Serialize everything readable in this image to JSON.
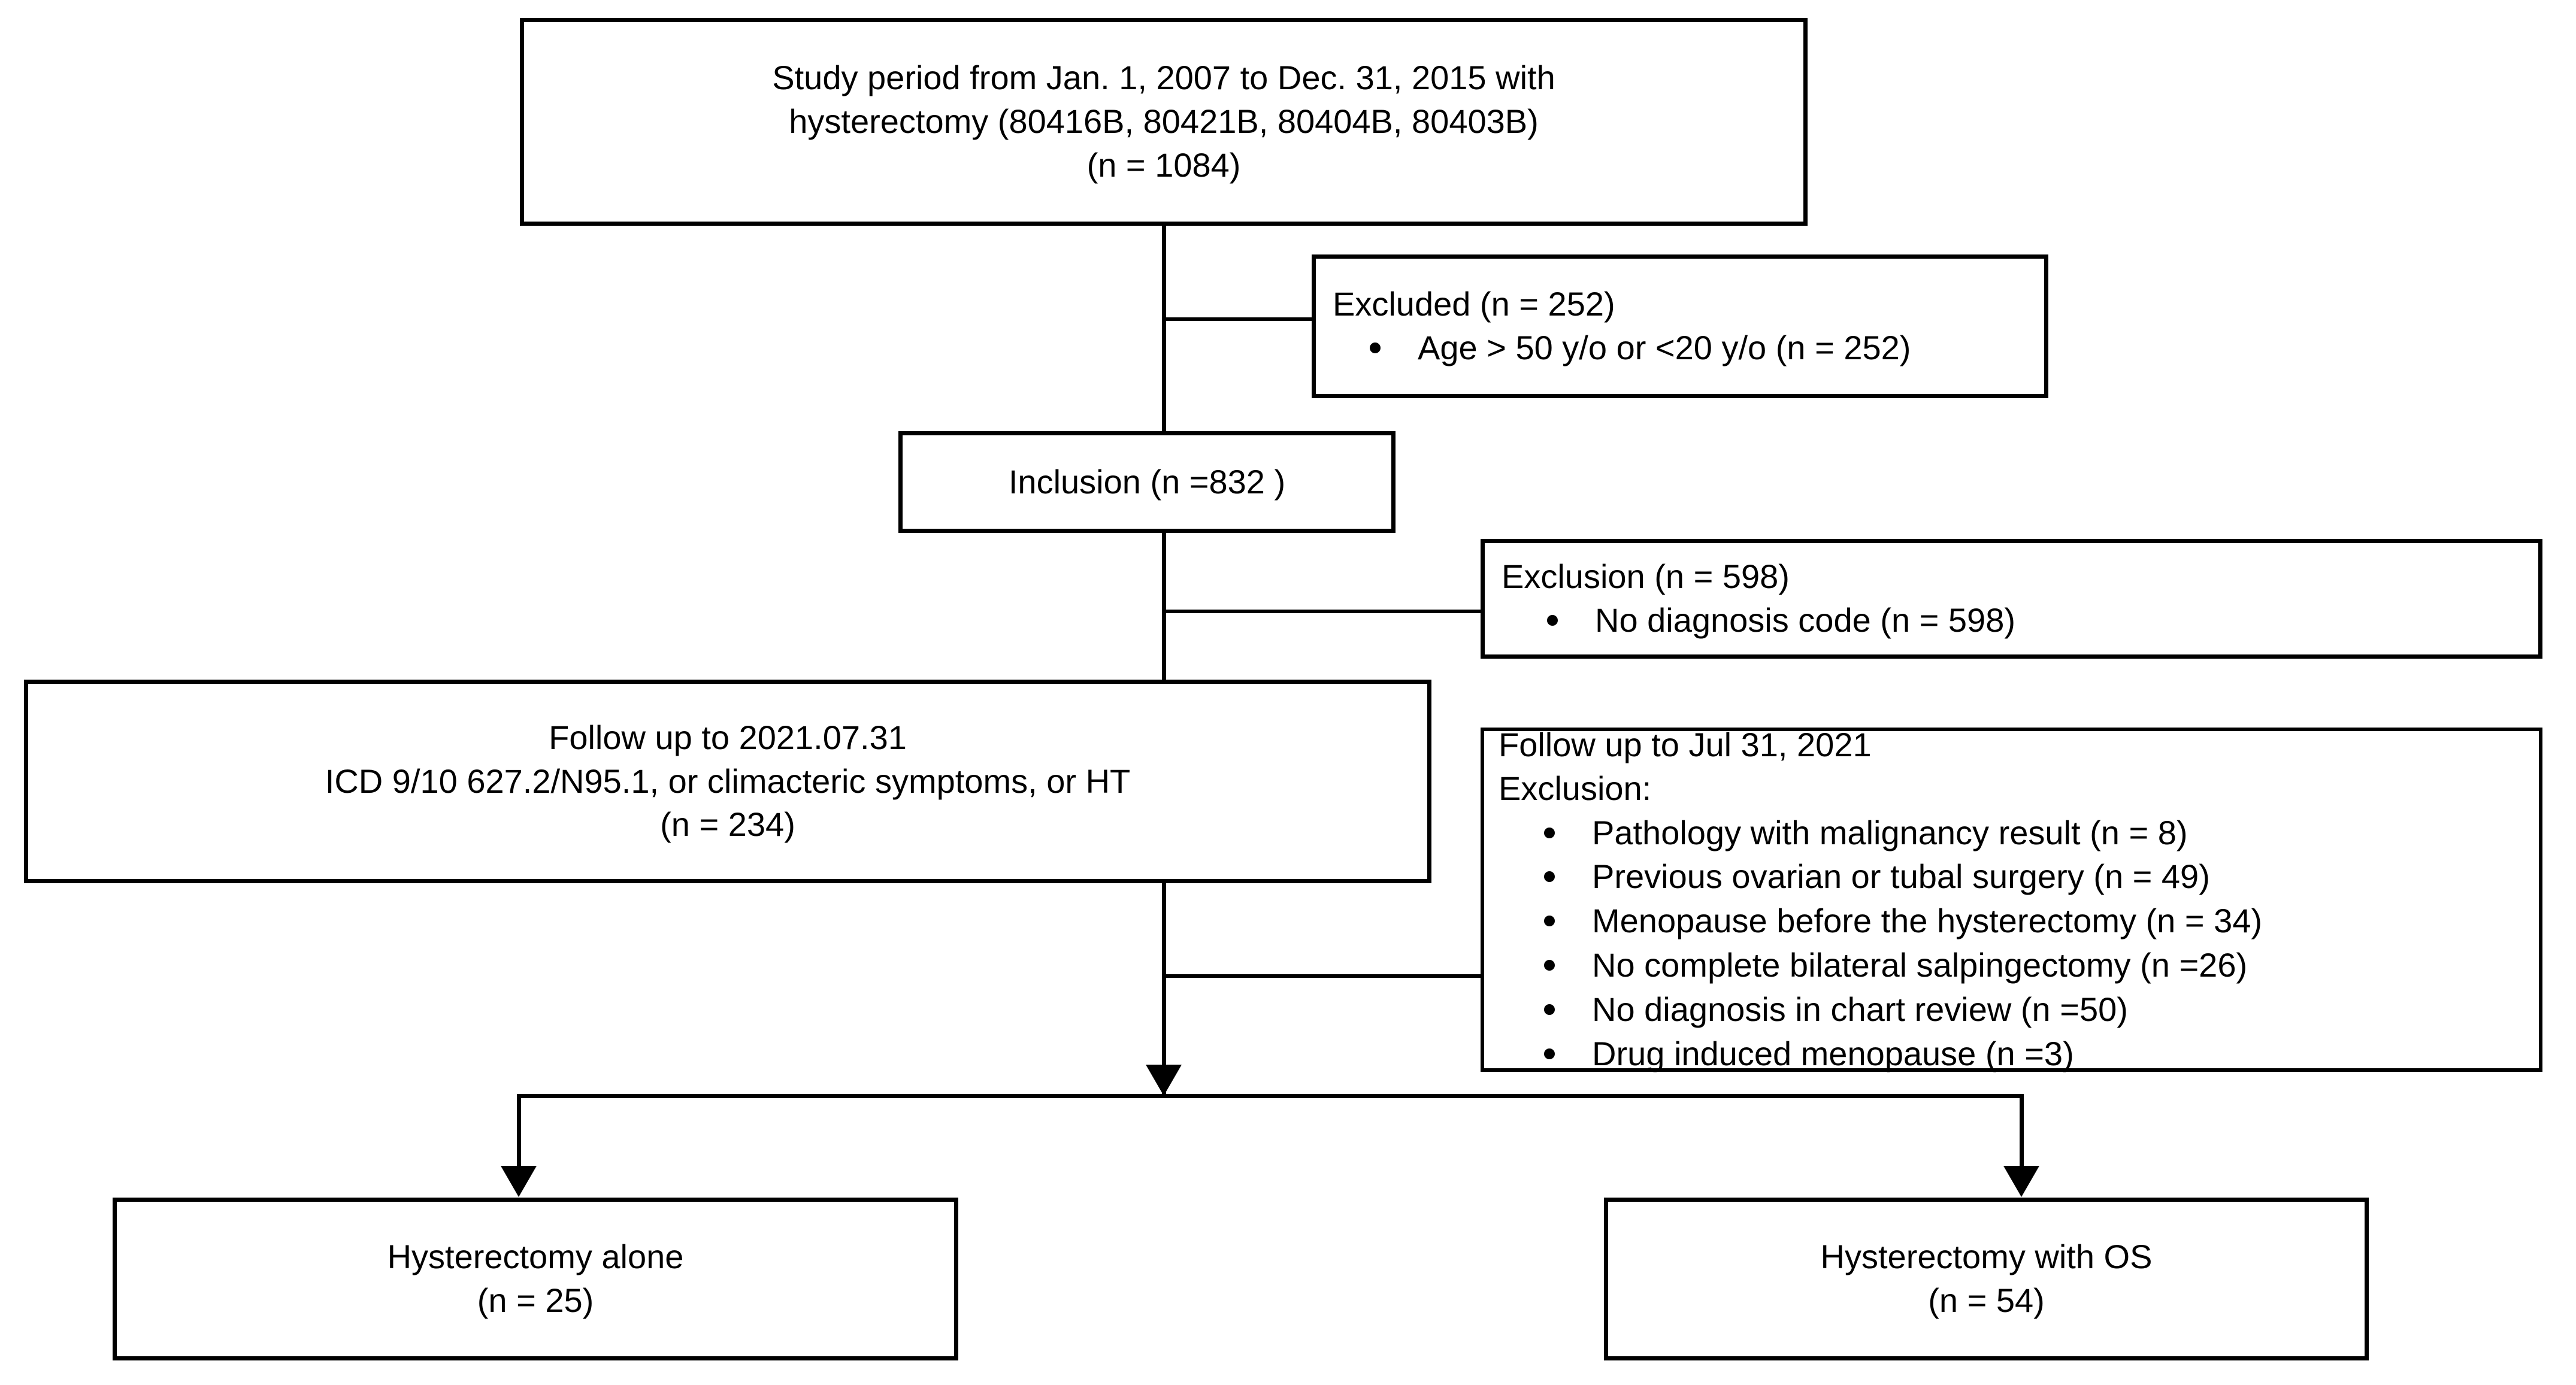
{
  "diagram": {
    "title": "Patient selection flow diagram",
    "colors": {
      "stroke": "#000000",
      "background": "#ffffff",
      "text": "#000000"
    },
    "nodes": {
      "study_period": {
        "name": "study-period-box",
        "lines": [
          "Study period from Jan. 1, 2007 to Dec. 31, 2015 with",
          "hysterectomy (80416B, 80421B, 80404B, 80403B)",
          "(n = 1084)"
        ]
      },
      "excluded_age": {
        "name": "excluded-age-box",
        "heading": "Excluded  (n = 252)",
        "bullets": [
          "Age > 50 y/o or <20 y/o (n = 252)"
        ]
      },
      "inclusion": {
        "name": "inclusion-box",
        "lines": [
          "Inclusion (n =832 )"
        ]
      },
      "exclusion_no_code": {
        "name": "exclusion-no-diagnosis-code-box",
        "heading": "Exclusion (n = 598)",
        "bullets": [
          "No diagnosis code (n = 598)"
        ]
      },
      "follow_up": {
        "name": "follow-up-box",
        "lines": [
          "Follow up to 2021.07.31",
          "ICD 9/10 627.2/N95.1, or climacteric symptoms, or HT",
          "(n = 234)"
        ]
      },
      "exclusion_chart": {
        "name": "exclusion-chart-review-box",
        "heading_lines": [
          "Follow up to Jul 31, 2021",
          "Exclusion:"
        ],
        "bullets": [
          "Pathology with malignancy result (n = 8)",
          "Previous ovarian or tubal surgery  (n = 49)",
          "Menopause before the hysterectomy  (n = 34)",
          "No complete bilateral salpingectomy (n =26)",
          "No diagnosis in chart review (n =50)",
          "Drug induced menopause (n =3)"
        ]
      },
      "outcome_left": {
        "name": "hysterectomy-alone-box",
        "lines": [
          "Hysterectomy alone",
          "(n = 25)"
        ]
      },
      "outcome_right": {
        "name": "hysterectomy-with-os-box",
        "lines": [
          "Hysterectomy with OS",
          "(n = 54)"
        ]
      }
    },
    "counts": {
      "screened": 1084,
      "excluded_age": 252,
      "included": 832,
      "excluded_no_code": 598,
      "followed_up": 234,
      "excl_malignancy": 8,
      "excl_prior_surgery": 49,
      "excl_prior_menopause": 34,
      "excl_incomplete_salpingectomy": 26,
      "excl_no_chart_diagnosis": 50,
      "excl_drug_menopause": 3,
      "outcome_alone": 25,
      "outcome_with_os": 54
    }
  }
}
